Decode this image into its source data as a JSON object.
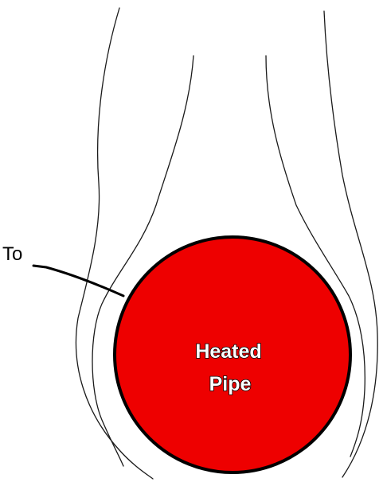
{
  "diagram": {
    "ambient_label": "To",
    "pipe_label_line1": "Heated",
    "pipe_label_line2": "Pipe",
    "colors": {
      "pipe_fill": "#ee0000",
      "outline": "#000000",
      "flow_lines": "#1a1a1a",
      "background": "#ffffff"
    }
  }
}
